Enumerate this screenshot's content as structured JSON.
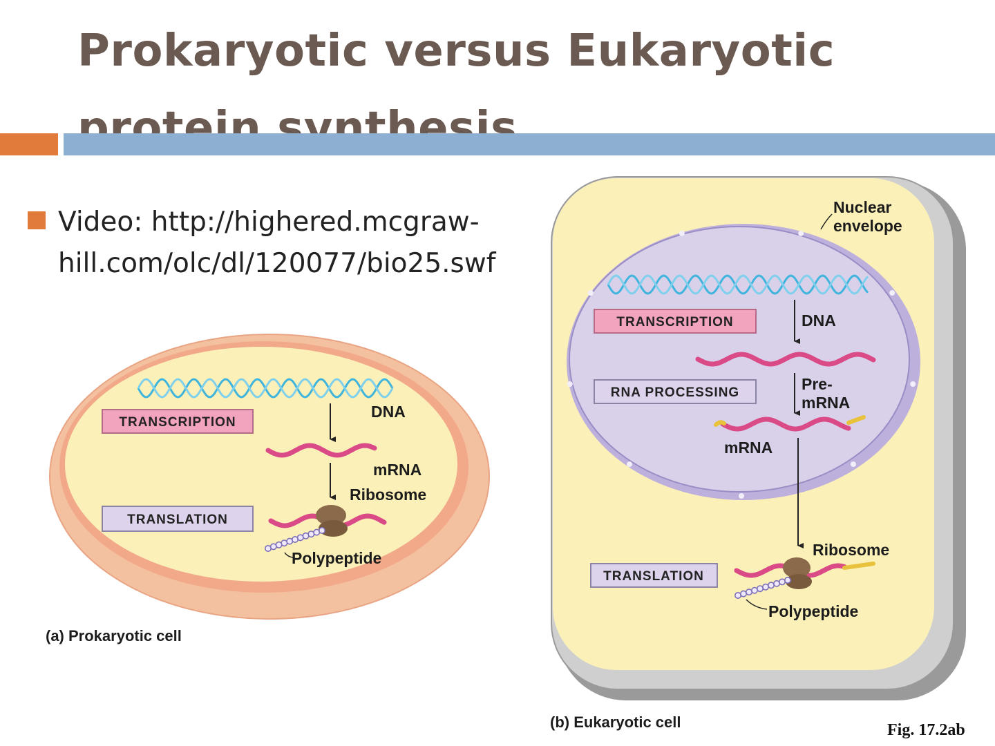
{
  "slide": {
    "title_line1": "Prokaryotic versus Eukaryotic",
    "title_line2": "protein synthesis",
    "bullet_line1": "Video: http://highered.mcgraw-",
    "bullet_line2": "hill.com/olc/dl/120077/bio25.swf"
  },
  "prokaryotic": {
    "transcription": "TRANSCRIPTION",
    "translation": "TRANSLATION",
    "dna": "DNA",
    "mrna": "mRNA",
    "ribosome": "Ribosome",
    "polypeptide": "Polypeptide",
    "caption": "(a) Prokaryotic cell"
  },
  "eukaryotic": {
    "nuclear_envelope_1": "Nuclear",
    "nuclear_envelope_2": "envelope",
    "transcription": "TRANSCRIPTION",
    "rna_processing": "RNA PROCESSING",
    "translation": "TRANSLATION",
    "dna": "DNA",
    "pre_mrna_1": "Pre-",
    "pre_mrna_2": "mRNA",
    "mrna": "mRNA",
    "ribosome": "Ribosome",
    "polypeptide": "Polypeptide",
    "caption": "(b) Eukaryotic cell"
  },
  "figure_ref": "Fig. 17.2ab",
  "colors": {
    "title": "#6b5a52",
    "accent_orange": "#e07b3c",
    "accent_blue": "#8db0d2",
    "cytoplasm": "#fbf0b8",
    "nucleus": "#d9d0ea",
    "dna": "#3fb4dc",
    "mrna": "#d94a86",
    "transcription_box": "#f2a3bd",
    "translation_box": "#ddd3ec"
  }
}
